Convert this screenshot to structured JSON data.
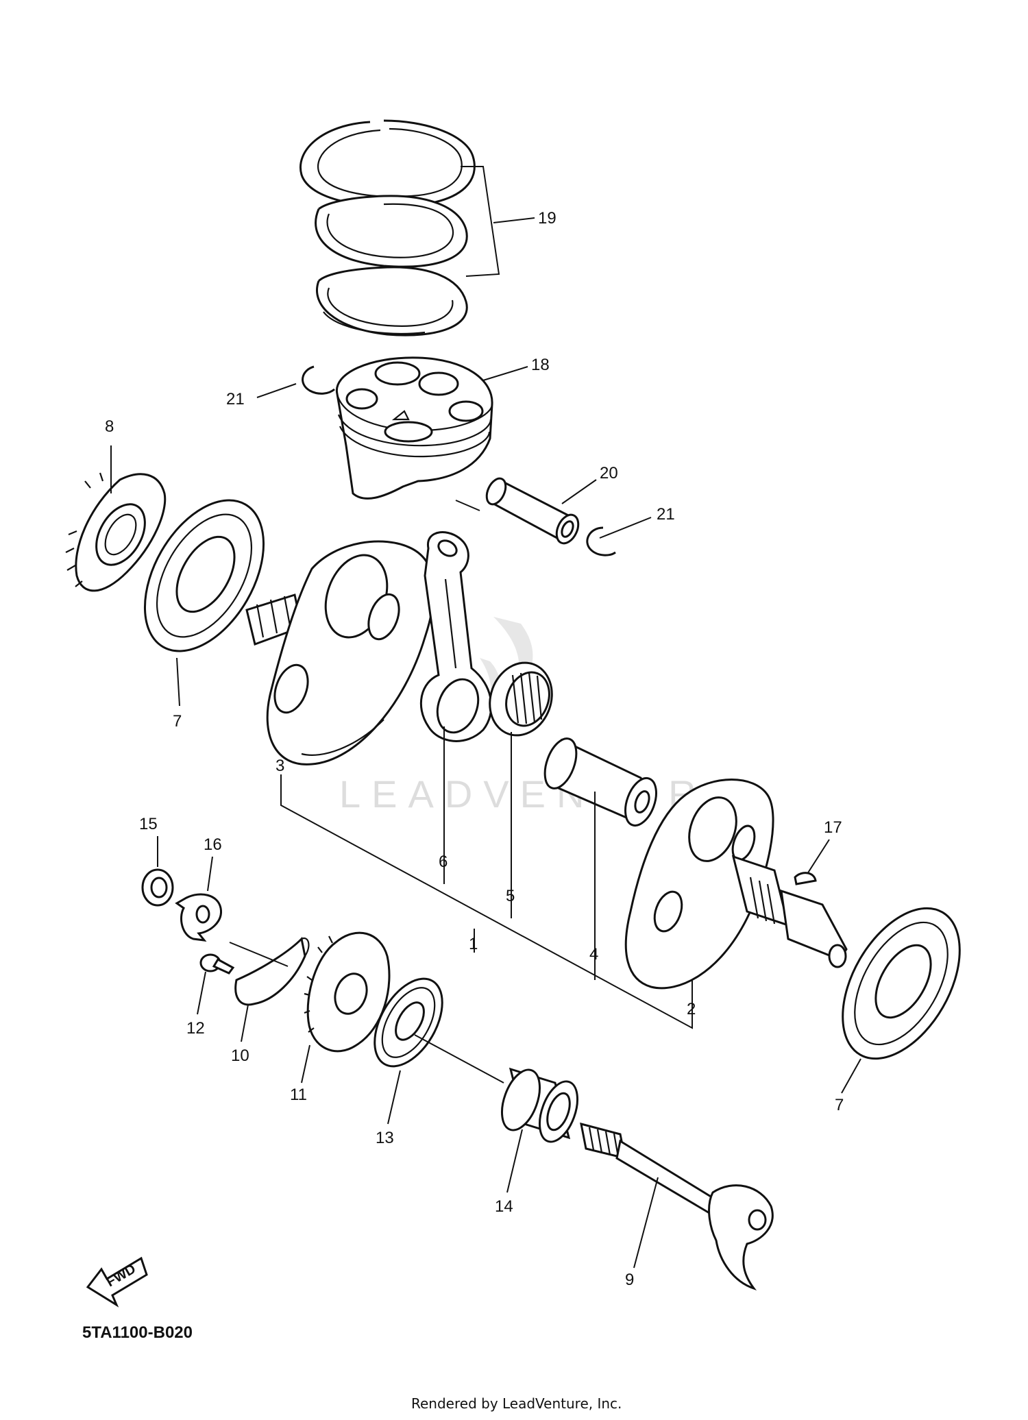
{
  "diagram": {
    "drawing_code": "5TA1100-B020",
    "footer": "Rendered by LeadVenture, Inc.",
    "watermark": "LEADVENTURE",
    "fwd_label": "FWD",
    "callouts": {
      "c1": "1",
      "c2": "2",
      "c3": "3",
      "c4": "4",
      "c5": "5",
      "c6": "6",
      "c7a": "7",
      "c7b": "7",
      "c8": "8",
      "c9": "9",
      "c10": "10",
      "c11": "11",
      "c12": "12",
      "c13": "13",
      "c14": "14",
      "c15": "15",
      "c16": "16",
      "c17": "17",
      "c18": "18",
      "c19": "19",
      "c20": "20",
      "c21a": "21",
      "c21b": "21"
    }
  }
}
